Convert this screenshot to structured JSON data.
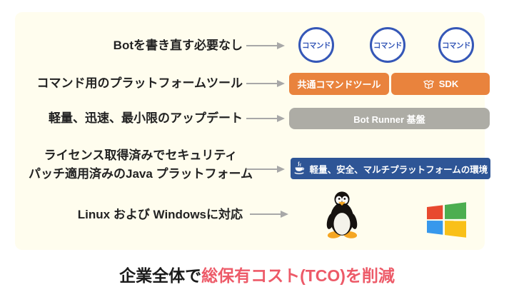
{
  "colors": {
    "card_background": "#FFFDEE",
    "accent_blue": "#3557B7",
    "accent_orange": "#E9833D",
    "bar_gray": "#ADACA5",
    "bar_navy": "#2E5596",
    "arrow_gray": "#A8A8A8",
    "caption_red": "#ED5A68",
    "windows_red": "#E8492F",
    "windows_green": "#4CAE50",
    "windows_blue": "#3798EC",
    "windows_yellow": "#F9C018"
  },
  "icons": {
    "sdk": "package-box-icon",
    "java": "coffee-cup-icon",
    "linux": "tux-penguin-logo",
    "windows": "windows-flag-logo",
    "arrow": "right-arrow-icon"
  },
  "rows": {
    "rewrite": {
      "label": "Botを書き直す必要なし",
      "circles": [
        "コマンド",
        "コマンド",
        "コマンド"
      ]
    },
    "platform_tools": {
      "label": "コマンド用のプラットフォームツール",
      "buttons": {
        "common_tool": "共通コマンドツール",
        "sdk": "SDK"
      }
    },
    "updates": {
      "label": "軽量、迅速、最小限のアップデート",
      "bar": "Bot Runner 基盤"
    },
    "java": {
      "label_line1": "ライセンス取得済みでセキュリティ",
      "label_line2": "パッチ適用済みのJava プラットフォーム",
      "bar": "軽量、安全、マルチプラットフォームの環境"
    },
    "os": {
      "label": "Linux および Windowsに対応"
    }
  },
  "caption": {
    "prefix": "企業全体で",
    "highlight": "総保有コスト(TCO)を削減"
  }
}
